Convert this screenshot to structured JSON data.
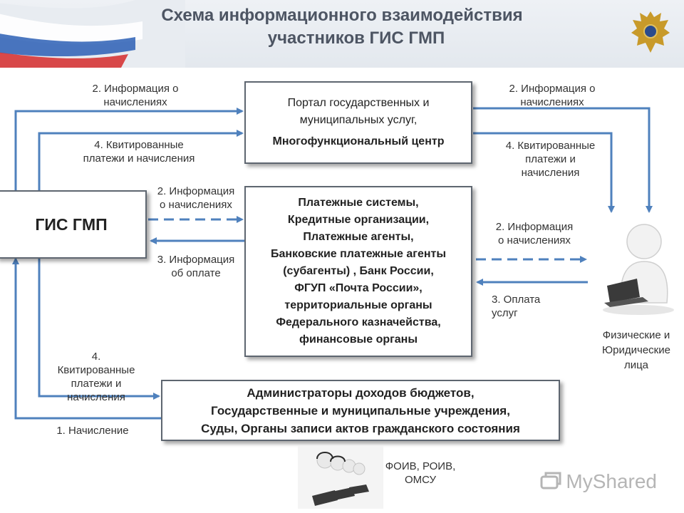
{
  "title": {
    "line1": "Схема информационного взаимодействия",
    "line2": "участников ГИС ГМП"
  },
  "boxes": {
    "gis": "ГИС ГМП",
    "portal": {
      "line1": "Портал государственных и",
      "line2": "муниципальных услуг,",
      "line3": "Многофункциональный центр"
    },
    "payment": [
      "Платежные системы,",
      "Кредитные организации,",
      "Платежные агенты,",
      "Банковские платежные агенты",
      "(субагенты) , Банк России,",
      "ФГУП «Почта России»,",
      "территориальные органы",
      "Федерального казначейства,",
      "финансовые органы"
    ],
    "admins": [
      "Администраторы доходов бюджетов,",
      "Государственные и муниципальные учреждения,",
      "Суды, Органы записи актов гражданского состояния"
    ]
  },
  "labels": {
    "left_top_info": [
      "2. Информация о",
      "начислениях"
    ],
    "left_top_kvit": [
      "4. Квитированные",
      "платежи и начисления"
    ],
    "mid_info": [
      "2. Информация",
      "о начислениях"
    ],
    "mid_pay": [
      "3. Информация",
      "об оплате"
    ],
    "left_bottom_kvit": [
      "4.",
      "Квитированные",
      "платежи и",
      "начисления"
    ],
    "nachislenie": "1. Начисление",
    "right_top_info": [
      "2. Информация о",
      "начислениях"
    ],
    "right_top_kvit": [
      "4. Квитированные",
      "платежи и",
      "начисления"
    ],
    "right_mid_info": [
      "2. Информация",
      "о начислениях"
    ],
    "right_mid_pay": [
      "3. Оплата",
      "услуг"
    ],
    "persons": [
      "Физические и",
      "Юридические",
      "лица"
    ],
    "foiv": [
      "ФОИВ, РОИВ,",
      "ОМСУ"
    ]
  },
  "watermark": "MyShared",
  "colors": {
    "arrow": "#4f81bd",
    "box_border": "#5e6670",
    "title": "#4d5563"
  },
  "icons": [
    "russian-flag-icon",
    "emblem-icon",
    "person-laptop-icon",
    "operators-icon",
    "myshared-logo-icon"
  ]
}
